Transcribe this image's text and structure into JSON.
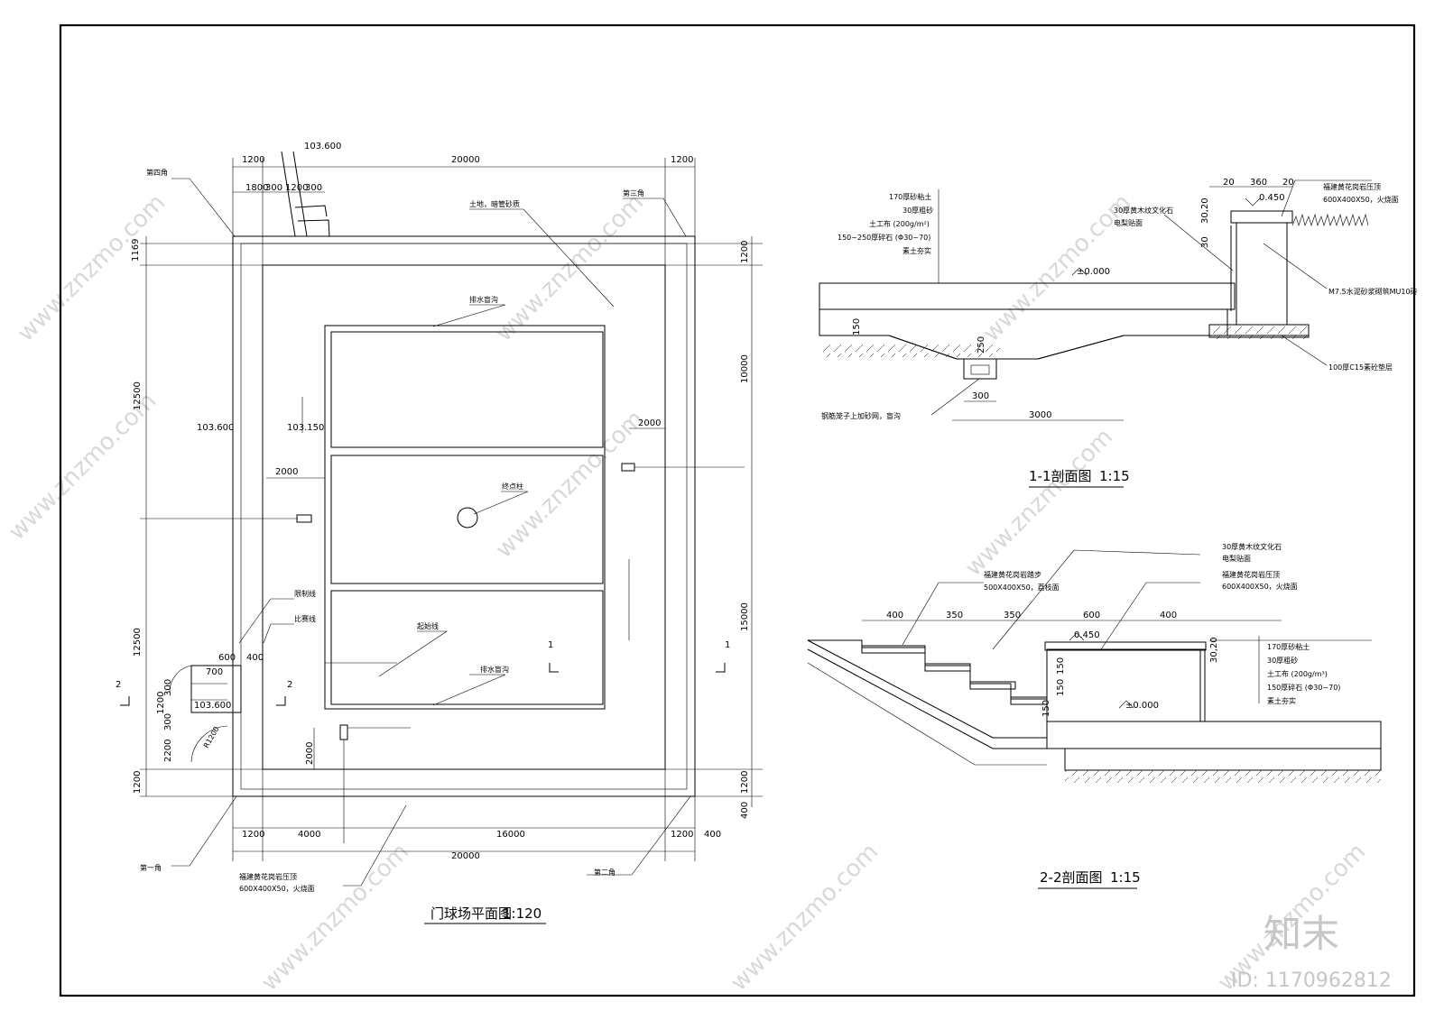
{
  "plan": {
    "title": "门球场平面图",
    "scale": "1:120",
    "dims": {
      "top_1200a": "1200",
      "top_20000": "20000",
      "top_1200b": "1200",
      "gate_1800": "1800",
      "gate_300a": "300",
      "gate_1200": "1200",
      "gate_300b": "300",
      "left_1169": "1169",
      "left_12500a": "12500",
      "left_12500b": "12500",
      "left_1200": "1200",
      "right_1200a": "1200",
      "right_10000": "10000",
      "right_15000": "15000",
      "right_1200b": "1200",
      "right_400": "400",
      "bot_1200a": "1200",
      "bot_4000": "4000",
      "bot_16000": "16000",
      "bot_1200b": "1200",
      "bot_400": "400",
      "bot_20000": "20000",
      "in_2000a": "2000",
      "in_2000b": "2000",
      "in_2000c": "2000",
      "in_400": "400",
      "step_600": "600",
      "step_700": "700",
      "step_300a": "300",
      "step_1200": "1200",
      "step_300b": "300",
      "step_2200": "2200",
      "step_r": "R1200"
    },
    "levels": {
      "top": "103.600",
      "left": "103.600",
      "inner": "103.150",
      "step": "103.600"
    },
    "notes": {
      "corner4": "第四角",
      "corner3": "第三角",
      "corner1": "第一角",
      "corner2": "第二角",
      "surface": "土地，暗管砂质",
      "drain_top": "排水盲沟",
      "drain_bottom": "排水盲沟",
      "center": "终点柱",
      "start": "起始线",
      "limit": "限制线",
      "match": "比赛线",
      "coping1": "福建黄花岗岩压顶",
      "coping2": "600X400X50，火烧面"
    },
    "section_marks": {
      "s1": "1",
      "s2": "2"
    }
  },
  "sec11": {
    "title": "1-1剖面图",
    "scale": "1:15",
    "layers": [
      "170厚砂粘土",
      "30厚粗砂",
      "土工布 (200g/m²)",
      "150~250厚碎石 (Φ30~70)",
      "素土夯实"
    ],
    "stone1": "30厚黄木纹文化石",
    "stone2": "电梨贴面",
    "coping1": "福建黄花岗岩压顶",
    "coping2": "600X400X50，火烧面",
    "wall": "M7.5水泥砂浆砌筑MU10砖",
    "base": "100厚C15素砼垫层",
    "drain": "钢筋笼子上加砂网，盲沟",
    "level0": "±0.000",
    "level1": "0.450",
    "d20a": "20",
    "d360": "360",
    "d20b": "20",
    "d3020": "30,20",
    "d30": "30",
    "d150": "150",
    "d250": "250",
    "d300": "300",
    "d3000": "3000"
  },
  "sec22": {
    "title": "2-2剖面图",
    "scale": "1:15",
    "stone1": "30厚黄木纹文化石",
    "stone2": "电梨贴面",
    "coping1": "福建黄花岗岩压顶",
    "coping2": "600X400X50，火烧面",
    "step1": "福建黄花岗岩踏步",
    "step2": "500X400X50，荔枝面",
    "layers": [
      "170厚砂粘土",
      "30厚粗砂",
      "土工布 (200g/m³)",
      "150厚碎石 (Φ30~70)",
      "素土夯实"
    ],
    "level0": "±0.000",
    "level1": "0.450",
    "d400a": "400",
    "d350a": "350",
    "d350b": "350",
    "d600": "600",
    "d400b": "400",
    "d150a": "150",
    "d150b": "150",
    "d150c": "150",
    "d3020": "30,20"
  },
  "watermark": {
    "text": "www.znzmo.com",
    "brand": "知末",
    "id": "ID: 1170962812"
  }
}
